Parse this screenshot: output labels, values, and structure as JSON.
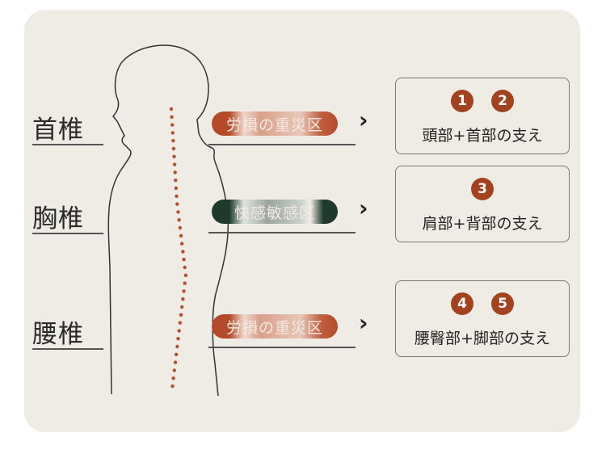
{
  "rows": [
    {
      "label": "首椎",
      "pill": "労損の重災区",
      "pill_style": "red",
      "box_numbers": [
        "1",
        "2"
      ],
      "box_text": "頭部+首部の支え"
    },
    {
      "label": "胸椎",
      "pill": "快感敏感区",
      "pill_style": "green",
      "box_numbers": [
        "3"
      ],
      "box_text": "肩部+背部の支え"
    },
    {
      "label": "腰椎",
      "pill": "労損の重災区",
      "pill_style": "red",
      "box_numbers": [
        "4",
        "5"
      ],
      "box_text": "腰臀部+脚部の支え"
    }
  ],
  "colors": {
    "accent": "#a3421f",
    "green": "#1f3a2c",
    "background": "#efece6"
  }
}
